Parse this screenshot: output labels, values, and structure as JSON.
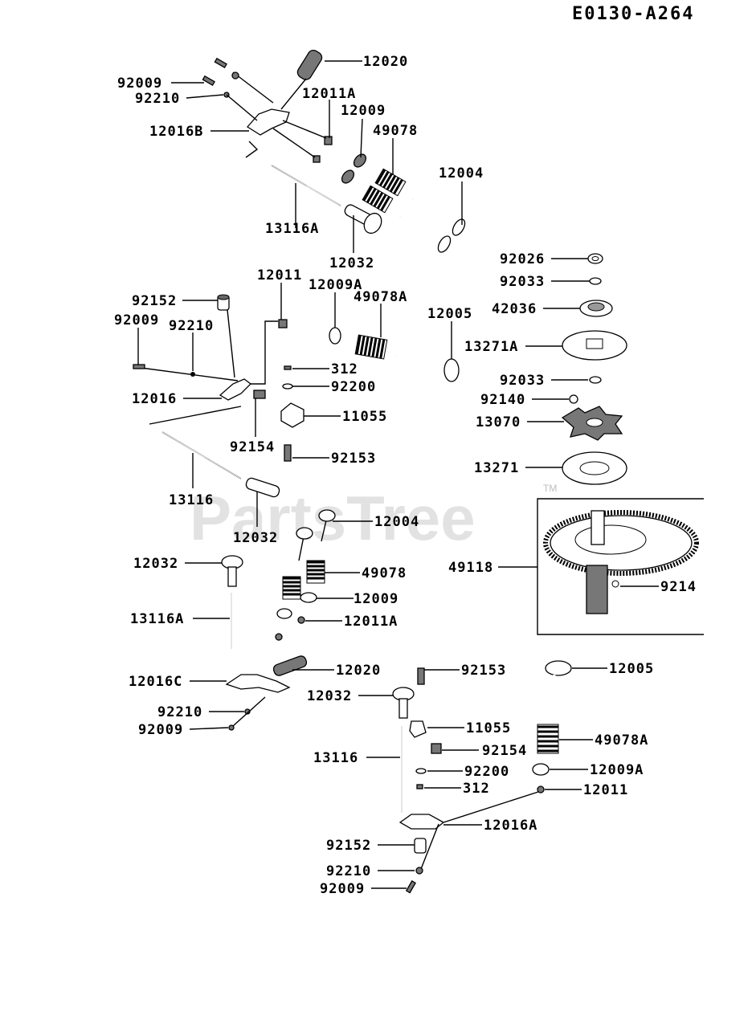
{
  "diagram_code": "E0130-A264",
  "watermark": {
    "text": "PartsTree",
    "trademark": "TM"
  },
  "callouts": {
    "c01": "12020",
    "c02": "92009",
    "c03": "92210",
    "c04": "12011A",
    "c05": "12009",
    "c06": "12016B",
    "c07": "49078",
    "c08": "12004",
    "c09": "13116A",
    "c10": "12032",
    "c11": "92026",
    "c12": "92033",
    "c13": "12011",
    "c14": "12009A",
    "c15": "49078A",
    "c16": "12005",
    "c17": "42036",
    "c18": "92152",
    "c19": "92009",
    "c20": "92210",
    "c21": "13271A",
    "c22": "312",
    "c23": "92200",
    "c24": "12016",
    "c25": "11055",
    "c26": "92033",
    "c27": "92140",
    "c28": "13070",
    "c29": "92154",
    "c30": "92153",
    "c31": "13271",
    "c32": "13116",
    "c33": "12032",
    "c34": "12004",
    "c35": "49118",
    "c36": "9214",
    "c37": "12032",
    "c38": "49078",
    "c39": "12009",
    "c40": "13116A",
    "c41": "12011A",
    "c42": "12020",
    "c43": "12016C",
    "c44": "92153",
    "c45": "12005",
    "c46": "12032",
    "c47": "92210",
    "c48": "92009",
    "c49": "11055",
    "c50": "49078A",
    "c51": "13116",
    "c52": "92154",
    "c53": "92200",
    "c54": "12009A",
    "c55": "312",
    "c56": "12011",
    "c57": "12016A",
    "c58": "92152",
    "c59": "92210",
    "c60": "92009"
  }
}
